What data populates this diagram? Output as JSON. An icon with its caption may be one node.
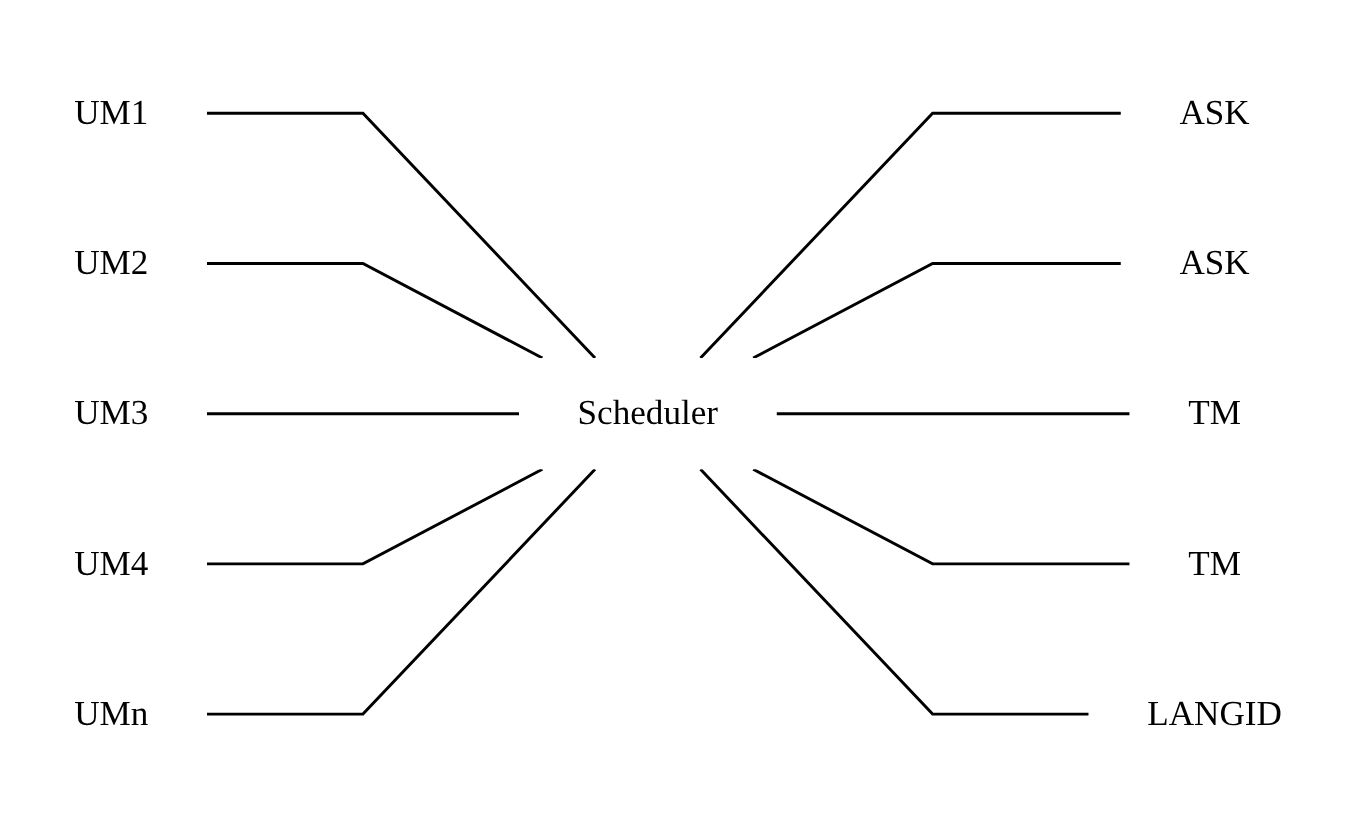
{
  "diagram": {
    "nodes": [
      {
        "text": [
          "UM1"
        ]
      },
      {
        "text": [
          "UM2"
        ]
      },
      {
        "text": [
          "UM3"
        ]
      },
      {
        "text": [
          "UM4"
        ]
      },
      {
        "text": [
          "UMn"
        ]
      },
      {
        "text": [
          "Scheduler"
        ]
      },
      {
        "text": [
          "ASK"
        ]
      },
      {
        "text": [
          "ASK"
        ]
      },
      {
        "text": [
          "TM"
        ]
      },
      {
        "text": [
          "TM"
        ]
      },
      {
        "text": [
          "LANGID"
        ]
      }
    ],
    "edges": [
      {
        "from": 0,
        "to": 5,
        "arrow": "none"
      },
      {
        "from": 1,
        "to": 5,
        "arrow": "none"
      },
      {
        "from": 2,
        "to": 5,
        "arrow": "none"
      },
      {
        "from": 3,
        "to": 5,
        "arrow": "none"
      },
      {
        "from": 4,
        "to": 5,
        "arrow": "none"
      },
      {
        "from": 5,
        "to": 6,
        "arrow": "none"
      },
      {
        "from": 5,
        "to": 7,
        "arrow": "none"
      },
      {
        "from": 5,
        "to": 8,
        "arrow": "none"
      },
      {
        "from": 5,
        "to": 9,
        "arrow": "none"
      },
      {
        "from": 5,
        "to": 10,
        "arrow": "none"
      }
    ]
  }
}
